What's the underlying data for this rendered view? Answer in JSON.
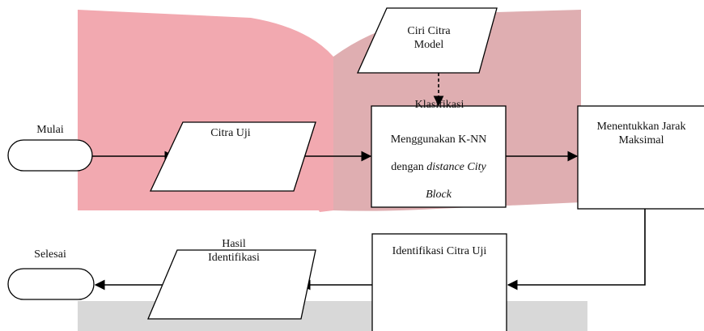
{
  "colors": {
    "background_pink": "#f2a9b0",
    "background_pink_dark": "#dfaeb1",
    "background_gray": "#d8d8d8",
    "line": "#000000",
    "shape_fill": "#ffffff"
  },
  "nodes": {
    "mulai_label": "Mulai",
    "citra_uji": "Citra Uji",
    "ciri_citra_model": "Ciri Citra\nModel",
    "klasifikasi_label": "Klasifikasi",
    "knn_line1": "Menggunakan K-NN",
    "knn_line2_plain": "dengan ",
    "knn_line2_italic": "distance City",
    "knn_line3_italic": "Block",
    "jarak_maksimal": "Menentukkan Jarak\nMaksimal",
    "identifikasi_citra_uji": "Identifikasi Citra Uji",
    "hasil_identifikasi": "Hasil\nIdentifikasi",
    "selesai_label": "Selesai"
  }
}
